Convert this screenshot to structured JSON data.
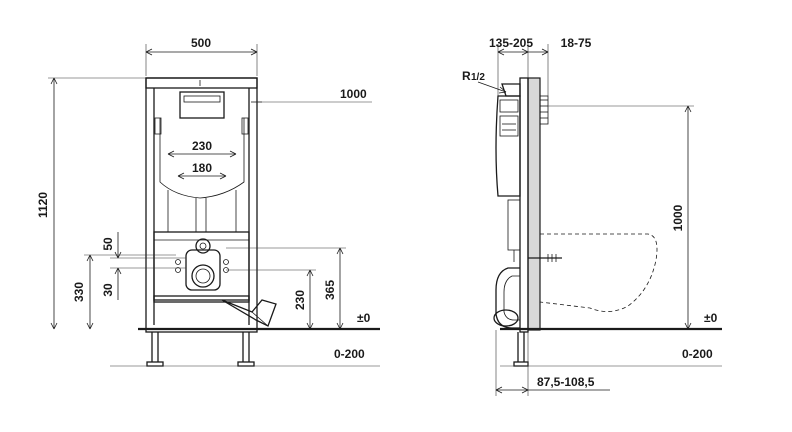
{
  "dimensions": {
    "width_500": "500",
    "height_1120": "1120",
    "ref_1000_front": "1000",
    "spacing_230": "230",
    "spacing_180": "180",
    "dim_50": "50",
    "dim_30": "30",
    "dim_330": "330",
    "dim_230_vertical": "230",
    "dim_365": "365",
    "zero_front": "±0",
    "range_0_200_front": "0-200",
    "range_135_205": "135-205",
    "range_18_75": "18-75",
    "thread_r": "R",
    "thread_half": "1/2",
    "height_1000_side": "1000",
    "zero_side": "±0",
    "range_0_200_side": "0-200",
    "range_87_5_108_5": "87,5-108,5"
  }
}
